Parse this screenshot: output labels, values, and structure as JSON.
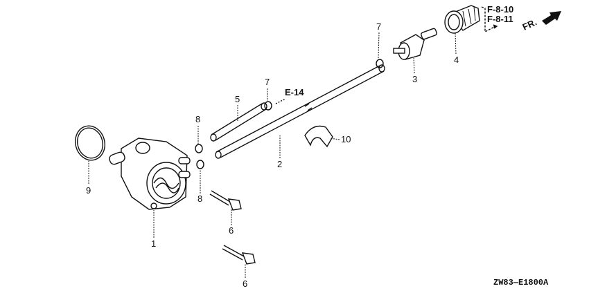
{
  "diagram": {
    "callouts": {
      "p1": "1",
      "p2": "2",
      "p3": "3",
      "p4": "4",
      "p5": "5",
      "p6a": "6",
      "p6b": "6",
      "p7a": "7",
      "p7b": "7",
      "p8a": "8",
      "p8b": "8",
      "p9": "9",
      "p10": "10"
    },
    "references": {
      "f810": "F-8-10",
      "f811": "F-8-11",
      "e14": "E-14",
      "front": "FR."
    },
    "drawing_code": "ZW83—E1800A"
  }
}
